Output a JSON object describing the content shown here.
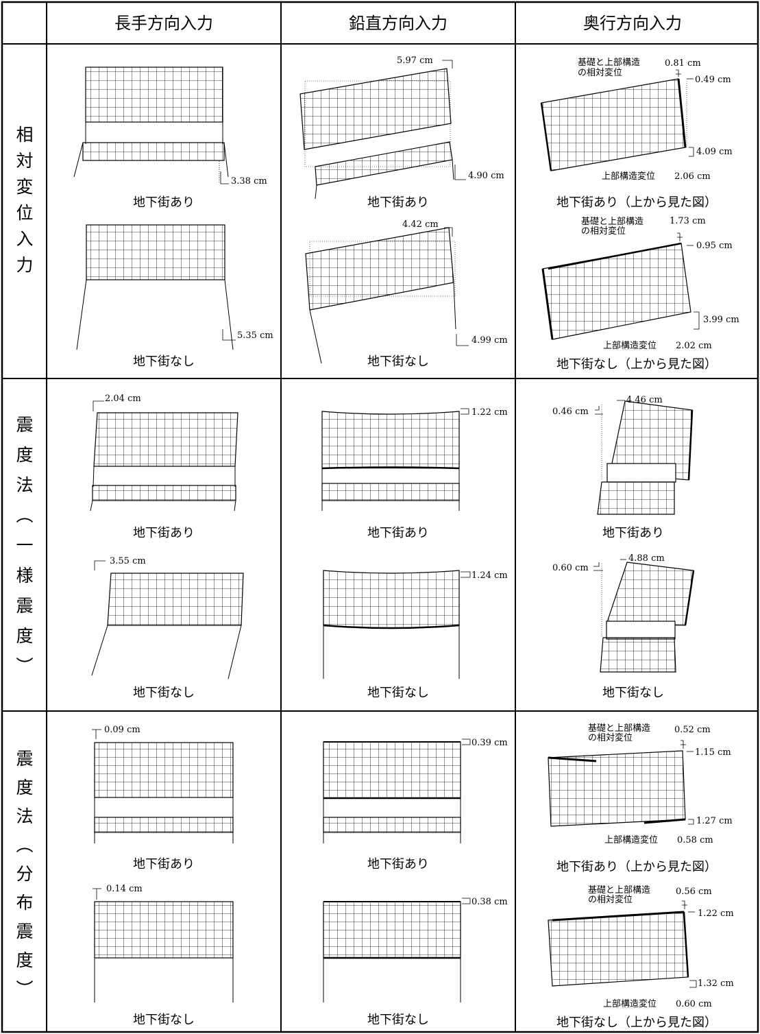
{
  "headers": [
    "長手方向入力",
    "鉛直方向入力",
    "奥行方向入力"
  ],
  "rows": [
    {
      "label": [
        "相",
        "対",
        "変",
        "位",
        "入",
        "力"
      ]
    },
    {
      "label": [
        "震",
        "度",
        "法",
        "︵",
        "一",
        "様",
        "震",
        "度",
        "︶"
      ]
    },
    {
      "label": [
        "震",
        "度",
        "法",
        "︵",
        "分",
        "布",
        "震",
        "度",
        "︶"
      ]
    }
  ],
  "captions": {
    "r1": {
      "c1a": "地下街あり",
      "c1b": "地下街なし",
      "c2a": "地下街あり",
      "c2b": "地下街なし",
      "c3a": "地下街あり（上から見た図）",
      "c3b": "地下街なし（上から見た図）"
    },
    "r2": {
      "c1a": "地下街あり",
      "c1b": "地下街なし",
      "c2a": "地下街あり",
      "c2b": "地下街なし",
      "c3a": "地下街あり",
      "c3b": "地下街なし"
    },
    "r3": {
      "c1a": "地下街あり",
      "c1b": "地下街なし",
      "c2a": "地下街あり",
      "c2b": "地下街なし",
      "c3a": "地下街あり（上から見た図）",
      "c3b": "地下街なし（上から見た図）"
    }
  },
  "labels": {
    "r1": {
      "c1a": "3.38 cm",
      "c1b": "5.35 cm",
      "c2a_top": "5.97 cm",
      "c2a_bot": "4.90 cm",
      "c2b_top": "4.42 cm",
      "c2b_bot": "4.99 cm",
      "c3a_rel": "0.81 cm",
      "c3a_top": "0.49 cm",
      "c3a_bot": "4.09 cm",
      "c3a_sup": "2.06 cm",
      "c3b_rel": "1.73 cm",
      "c3b_top": "0.95 cm",
      "c3b_bot": "3.99 cm",
      "c3b_sup": "2.02 cm"
    },
    "r2": {
      "c1a": "2.04 cm",
      "c1b": "3.55 cm",
      "c2a": "1.22 cm",
      "c2b": "1.24 cm",
      "c3a_l": "0.46 cm",
      "c3a_r": "4.46 cm",
      "c3b_l": "0.60 cm",
      "c3b_r": "4.88 cm"
    },
    "r3": {
      "c1a": "0.09 cm",
      "c1b": "0.14 cm",
      "c2a": "0.39 cm",
      "c2b": "0.38 cm",
      "c3a_rel": "0.52 cm",
      "c3a_top": "1.15 cm",
      "c3a_bot": "1.27 cm",
      "c3a_sup": "0.58 cm",
      "c3b_rel": "0.56 cm",
      "c3b_top": "1.22 cm",
      "c3b_bot": "1.32 cm",
      "c3b_sup": "0.60 cm"
    }
  },
  "notes": {
    "relative_line1": "基礎と上部構造",
    "relative_line2": "の相対変位",
    "superstructure": "上部構造変位"
  }
}
